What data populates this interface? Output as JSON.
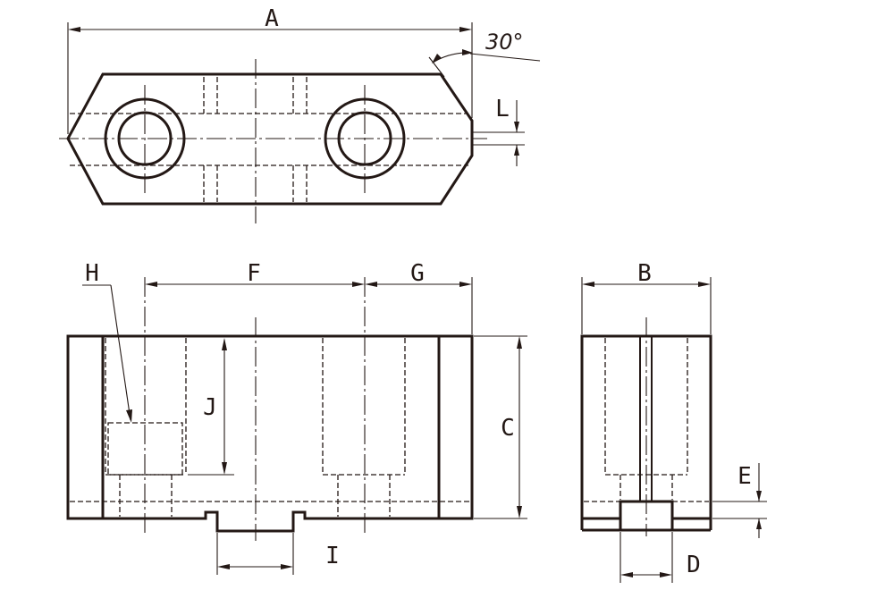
{
  "labels": {
    "A": "A",
    "angle": "30°",
    "L": "L",
    "H": "H",
    "F": "F",
    "G": "G",
    "J": "J",
    "C": "C",
    "I": "I",
    "B": "B",
    "E": "E",
    "D": "D"
  }
}
